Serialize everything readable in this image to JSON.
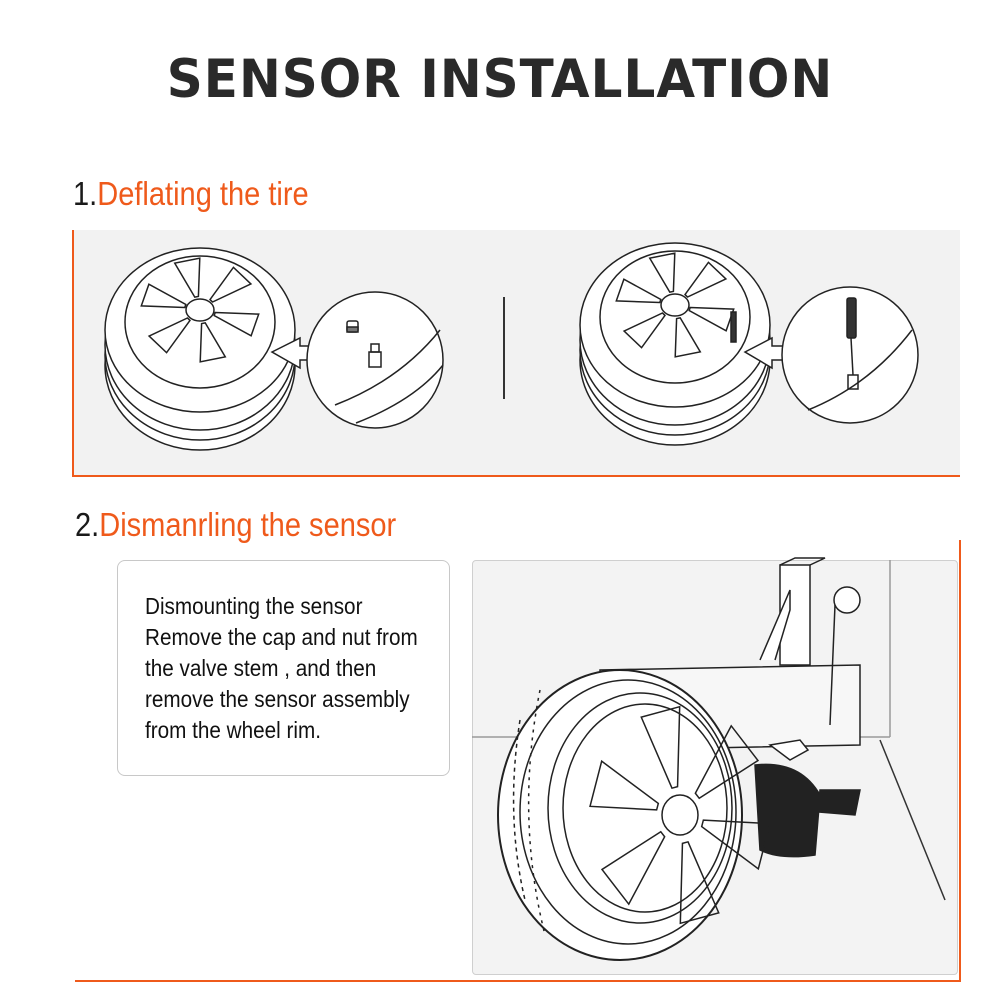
{
  "title": "SENSOR INSTALLATION",
  "steps": [
    {
      "number": "1.",
      "heading": "Deflating the tire"
    },
    {
      "number": "2.",
      "heading": "Dismanrling the sensor"
    }
  ],
  "step2_text": {
    "lines": [
      "Dismounting the sensor",
      "Remove the cap and nut from",
      "the valve stem , and then",
      "remove the sensor assembly",
      "from the wheel rim."
    ]
  },
  "colors": {
    "accent": "#ef5a1b",
    "title": "#2a2a2a",
    "panel": "#f2f2f2"
  }
}
